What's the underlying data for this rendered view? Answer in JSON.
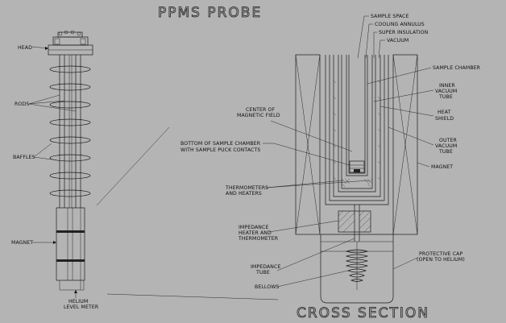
{
  "title": "PPMS PROBE",
  "subtitle": "CROSS SECTION",
  "probe_labels": {
    "head": "HEAD",
    "rods": "RODS",
    "baffles": "BAFFLES",
    "magnet": "MAGNET",
    "helium_level_meter_1": "HELIUM",
    "helium_level_meter_2": "LEVEL METER"
  },
  "section_labels": {
    "sample_space": "SAMPLE SPACE",
    "cooling_annulus": "COOLING ANNULUS",
    "super_insulation": "SUPER INSULATION",
    "vacuum": "VACUUM",
    "sample_chamber": "SAMPLE CHAMBER",
    "inner_vacuum_tube_1": "INNER",
    "inner_vacuum_tube_2": "VACUUM",
    "inner_vacuum_tube_3": "TUBE",
    "heat_shield_1": "HEAT",
    "heat_shield_2": "SHIELD",
    "outer_vacuum_tube_1": "OUTER",
    "outer_vacuum_tube_2": "VACUUM",
    "outer_vacuum_tube_3": "TUBE",
    "magnet": "MAGNET",
    "center_field_1": "CENTER OF",
    "center_field_2": "MAGNETIC FIELD",
    "bottom_chamber_1": "BOTTOM OF SAMPLE CHAMBER",
    "bottom_chamber_2": "WITH SAMPLE PUCK CONTACTS",
    "thermometers_1": "THERMOMETERS",
    "thermometers_2": "AND HEATERS",
    "impedance_heater_1": "IMPEDANCE",
    "impedance_heater_2": "HEATER AND",
    "impedance_heater_3": "THERMOMETER",
    "impedance_tube_1": "IMPEDANCE",
    "impedance_tube_2": "TUBE",
    "bellows": "BELLOWS",
    "protective_cap_1": "PROTECTIVE CAP",
    "protective_cap_2": "(OPEN TO HELIUM)"
  },
  "colors": {
    "background": "#b4b4b4",
    "line": "#1a1a1a"
  }
}
